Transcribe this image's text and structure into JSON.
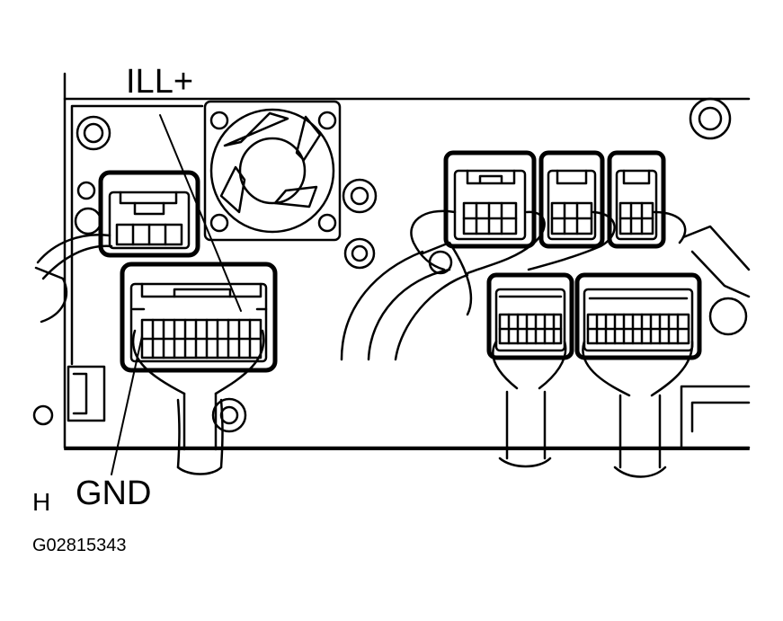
{
  "diagram": {
    "labels": {
      "ill_plus": "ILL+",
      "gnd": "GND",
      "view_letter": "H",
      "figure_code": "G02815343"
    },
    "colors": {
      "line": "#000000",
      "background": "#ffffff"
    }
  }
}
